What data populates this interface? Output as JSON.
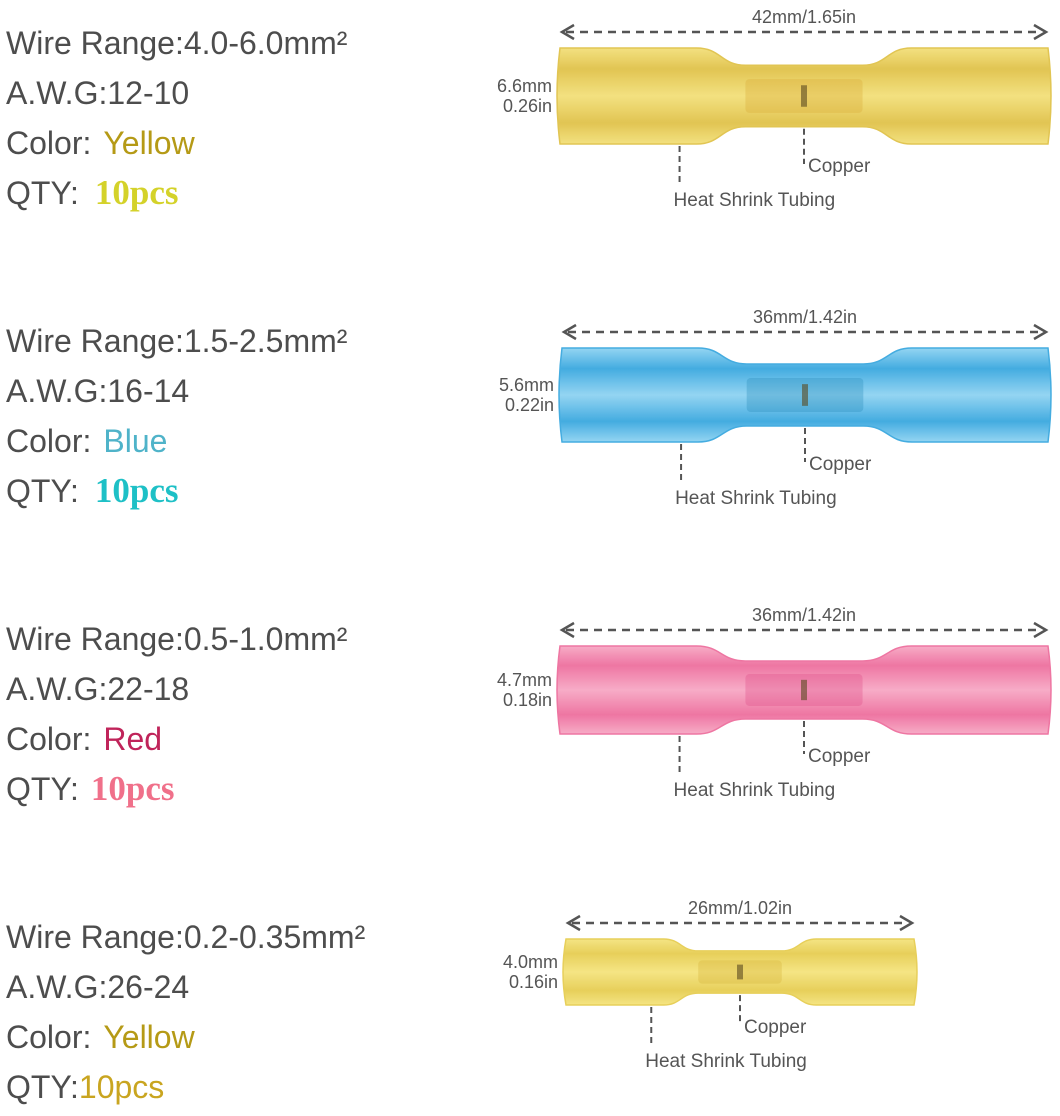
{
  "products": [
    {
      "wire_range": "Wire  Range:4.0-6.0mm²",
      "awg": "A.W.G:12-10",
      "color_prefix": "Color:",
      "color_name": "Yellow",
      "qty_prefix": "QTY:",
      "qty_value": "10pcs",
      "length": "42mm/1.65in",
      "dia_mm": "6.6mm",
      "dia_in": "0.26in",
      "copper_label": "Copper",
      "tubing_label": "Heat  Shrink  Tubing",
      "colors": {
        "name": "#b59a16",
        "qty": "#d4d22a",
        "tube": "#f3e07a",
        "tube_dark": "#e0c24a",
        "tube_core": "#d9ad3a"
      }
    },
    {
      "wire_range": "Wire  Range:1.5-2.5mm²",
      "awg": "A.W.G:16-14",
      "color_prefix": "Color:",
      "color_name": "Blue",
      "qty_prefix": "QTY:",
      "qty_value": "10pcs",
      "length": "36mm/1.42in",
      "dia_mm": "5.6mm",
      "dia_in": "0.22in",
      "copper_label": "Copper",
      "tubing_label": "Heat  Shrink  Tubing",
      "colors": {
        "name": "#4fb3c9",
        "qty": "#1ec0c6",
        "tube": "#8fd3f2",
        "tube_dark": "#3aa8df",
        "tube_core": "#2e8fbe"
      }
    },
    {
      "wire_range": "Wire  Range:0.5-1.0mm²",
      "awg": "A.W.G:22-18",
      "color_prefix": "Color:",
      "color_name": "Red",
      "qty_prefix": "QTY:",
      "qty_value": "10pcs",
      "length": "36mm/1.42in",
      "dia_mm": "4.7mm",
      "dia_in": "0.18in",
      "copper_label": "Copper",
      "tubing_label": "Heat  Shrink  Tubing",
      "colors": {
        "name": "#c0245a",
        "qty": "#f0708a",
        "tube": "#f7a8c4",
        "tube_dark": "#ee6f9e",
        "tube_core": "#e0508a"
      }
    },
    {
      "wire_range": "Wire  Range:0.2-0.35mm²",
      "awg": "A.W.G:26-24",
      "color_prefix": "Color:",
      "color_name": "Yellow",
      "qty_prefix": "QTY:",
      "qty_value": "10pcs",
      "length": "26mm/1.02in",
      "dia_mm": "4.0mm",
      "dia_in": "0.16in",
      "copper_label": "Copper",
      "tubing_label": "Heat  Shrink  Tubing",
      "colors": {
        "name": "#b59a16",
        "qty": "#c9a520",
        "tube": "#f5e47e",
        "tube_dark": "#e6cd52",
        "tube_core": "#d8b43c"
      }
    }
  ]
}
